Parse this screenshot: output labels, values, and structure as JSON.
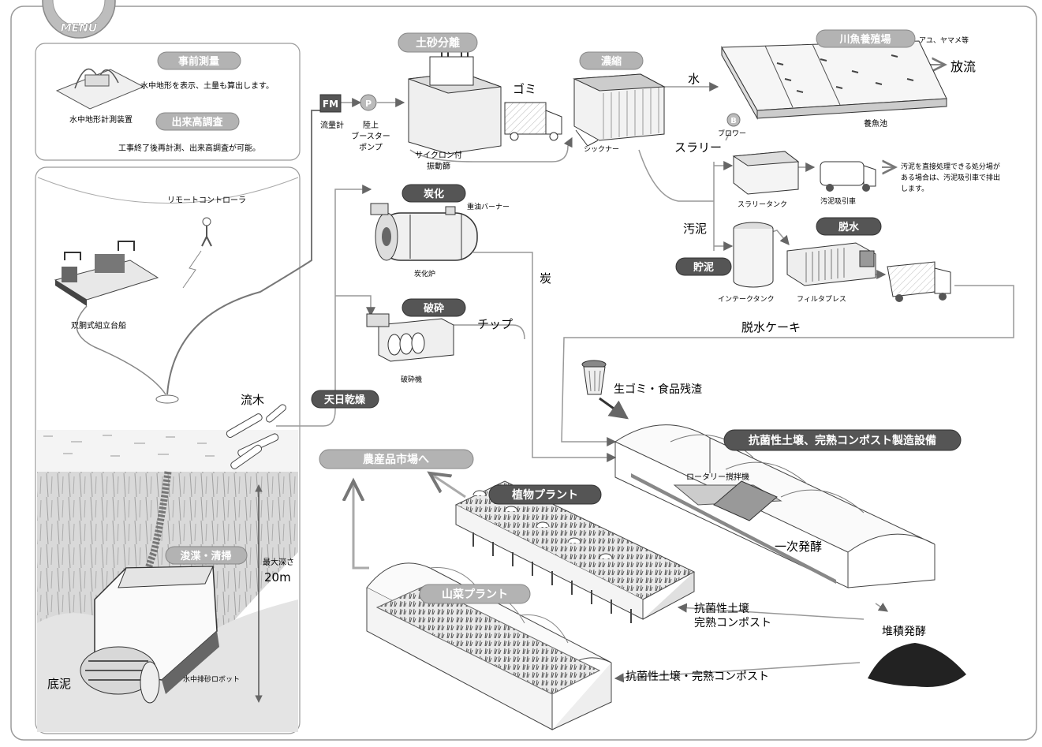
{
  "menu": {
    "label": "MENU"
  },
  "panels": {
    "survey": {
      "pre_survey": "事前測量",
      "pre_survey_desc": "水中地形を表示、土量も算出します。",
      "device": "水中地形計測装置",
      "post_survey": "出来高調査",
      "post_survey_desc": "工事終了後再計測、出来高調査が可能。"
    },
    "dredging": {
      "remote": "リモートコントローラ",
      "boat": "双胴式組立台船",
      "driftwood": "流木",
      "dredge_label": "浚渫・清掃",
      "max_depth_label": "最大深さ",
      "max_depth_value": "20m",
      "sludge": "底泥",
      "robot": "水中排砂ロボット"
    }
  },
  "process": {
    "flowmeter_tag": "FM",
    "flowmeter": "流量計",
    "pump_tag": "P",
    "pump": "陸上\nブースター\nポンプ",
    "sand_separation": "土砂分離",
    "garbage": "ゴミ",
    "cyclone": "サイクロン付\n振動篩",
    "thickening": "濃縮",
    "thickener": "シックナー",
    "water": "水",
    "blower_tag": "B",
    "blower": "ブロワー",
    "fish_farm": "川魚養殖場",
    "fish_types": "アユ、ヤマメ等",
    "discharge": "放流",
    "fish_pond": "養魚池",
    "slurry": "スラリー",
    "slurry_tank": "スラリータンク",
    "suction_truck": "汚泥吸引車",
    "slurry_note": "汚泥を直接処理できる処分場が\nある場合は、汚泥吸引車で排出\nします。",
    "sludge": "汚泥",
    "dewatering": "脱水",
    "storage": "貯泥",
    "intake_tank": "インテークタンク",
    "filter_press": "フィルタプレス",
    "cake": "脱水ケーキ",
    "carbonize": "炭化",
    "burner": "重油バーナー",
    "furnace": "炭化炉",
    "charcoal": "炭",
    "crush": "破砕",
    "chip": "チップ",
    "crusher": "破砕機",
    "sun_dry": "天日乾燥",
    "food_waste": "生ゴミ・食品残渣",
    "compost_facility": "抗菌性土壌、完熟コンポスト製造設備",
    "rotary": "ロータリー撹拌機",
    "primary_ferment": "一次発酵",
    "pile_ferment": "堆積発酵",
    "market": "農産品市場へ",
    "plant": "植物プラント",
    "wild_veg": "山菜プラント",
    "soil_compost_2line": "抗菌性土壌\n完熟コンポスト",
    "soil_compost_1line": "抗菌性土壌・完熟コンポスト"
  }
}
